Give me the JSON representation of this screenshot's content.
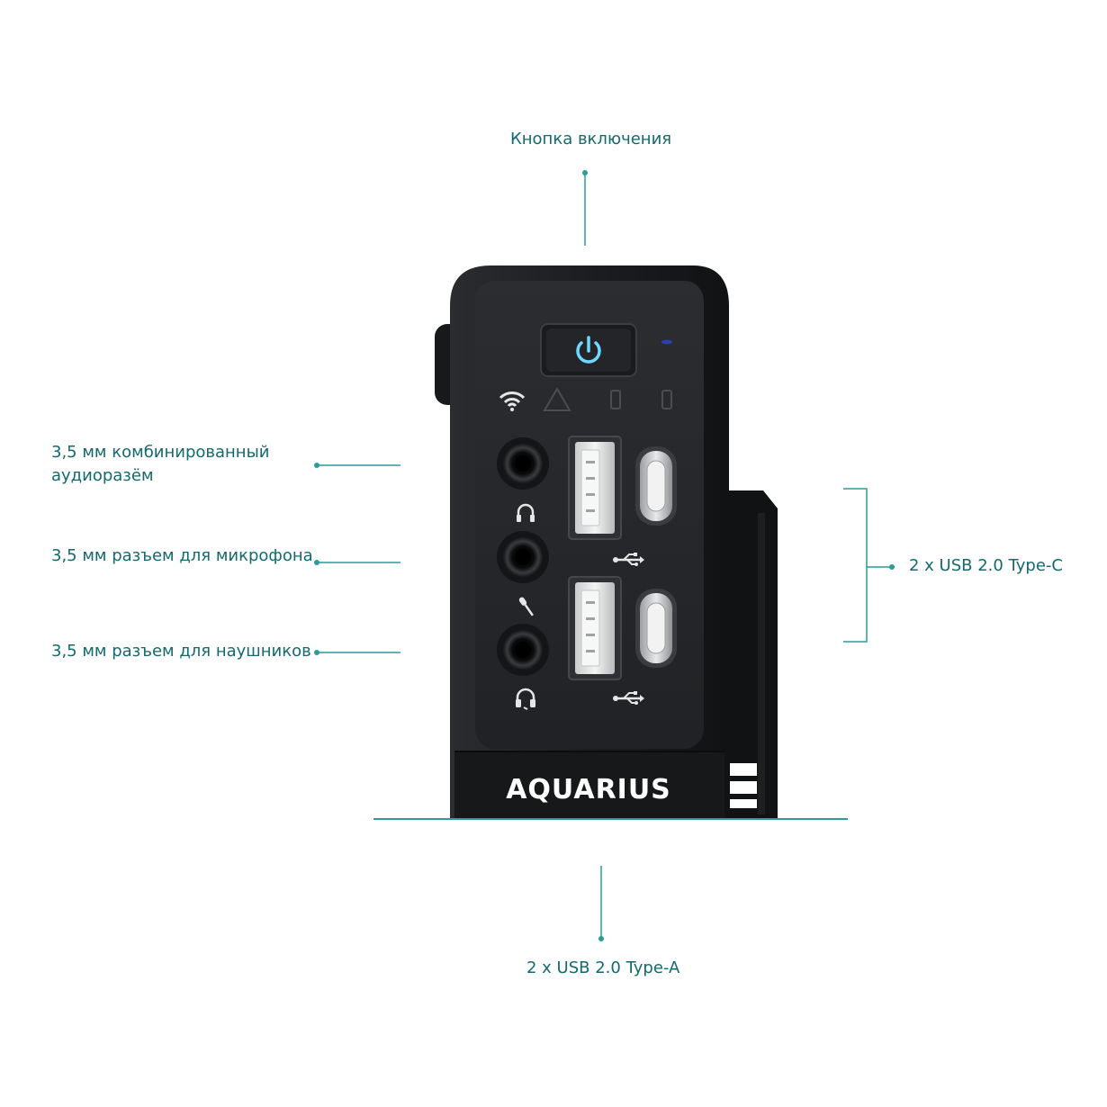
{
  "labels": {
    "power_button": "Кнопка включения",
    "combo_audio": "3,5 мм комбинированный аудиоразём",
    "mic_jack": "3,5 мм разъем для микрофона",
    "headphone_jack": "3,5 мм разъем для наушников",
    "usb_c": "2 x USB 2.0 Type-C",
    "usb_a": "2 x USB 2.0 Type-A"
  },
  "device": {
    "brand": "AQUARIUS"
  },
  "colors": {
    "accent": "#2a9c9a",
    "label_text": "#136a6e",
    "body": "#1b1c1e",
    "panel": "#26282b",
    "power_glow": "#6fd8ff",
    "led": "#2a3fb0"
  },
  "icons": [
    "power-icon",
    "wifi-icon",
    "warning-icon",
    "headset-icon",
    "mic-icon",
    "headphones-icon",
    "usb-icon"
  ]
}
